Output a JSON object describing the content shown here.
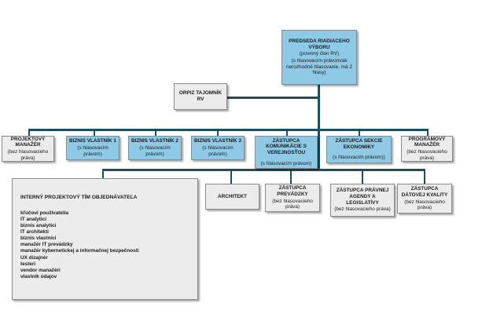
{
  "chair": {
    "title": "PREDSEDA RIADIACEHO VÝBORU",
    "line1": "(povinný člen RV)",
    "line2": "(s hlasovacím právom/ak nerozhodné hlasovanie, má 2 hlasy)"
  },
  "secretary": {
    "title": "ORPIZ TAJOMNÍK RV"
  },
  "row1": [
    {
      "title": "PROJEKTOVÝ MANAŽÉR",
      "sub": "(bez hlasovacieho práva)"
    },
    {
      "title": "BIZNIS VLASTNÍK 1",
      "sub": "(s hlasovacím právom)"
    },
    {
      "title": "BIZNIS VLASTNÍK 2",
      "sub": "(s hlasovacím právom)"
    },
    {
      "title": "BIZNIS VLASTNÍK 3",
      "sub": "(s hlasovacím právom)"
    },
    {
      "title": "ZÁSTUPCA KOMUNIKÁCIE S VEREJNOSŤOU",
      "sub": "(s hlasovacím právom)"
    },
    {
      "title": "ZÁSTUPCA SEKCIE EKONOMIKY",
      "sub": "(s hlasovacím právom))"
    },
    {
      "title": "PROGRAMOVÝ MANAŽÉR",
      "sub": "(bez hlasovacieho práva)"
    }
  ],
  "row2": [
    {
      "title": "ARCHITEKT",
      "sub": ""
    },
    {
      "title": "ZÁSTUPCA PREVÁDZKY",
      "sub": "(bez hlasovacieho práva)"
    },
    {
      "title": "ZÁSTUPCA PRÁVNEJ AGENDY A LEGISLATÍVY",
      "sub": "(bez hlasovacieho práva)"
    },
    {
      "title": "ZÁSTUPCA DÁTOVEJ KVALITY",
      "sub": "(bez hlasovacieho práva)"
    }
  ],
  "team": {
    "title": "INTERNÝ PROJEKTOVÝ TÍM OBJEDNÁVATEĽA",
    "members": [
      "kľúčoví používatelia",
      "IT analytici",
      " biznis analytici",
      "IT architekti",
      "biznis vlastníci",
      "manažér IT prevádzky",
      "manažér kybernetickej a informačnej bezpečnosti",
      "UX dizajnér",
      " testeri",
      "vendor manažéri",
      "vlastník údajov"
    ]
  },
  "colors": {
    "connector": "#1f4e5f",
    "highlight_box": "#8ecae6",
    "neutral_box": "#ececec"
  }
}
